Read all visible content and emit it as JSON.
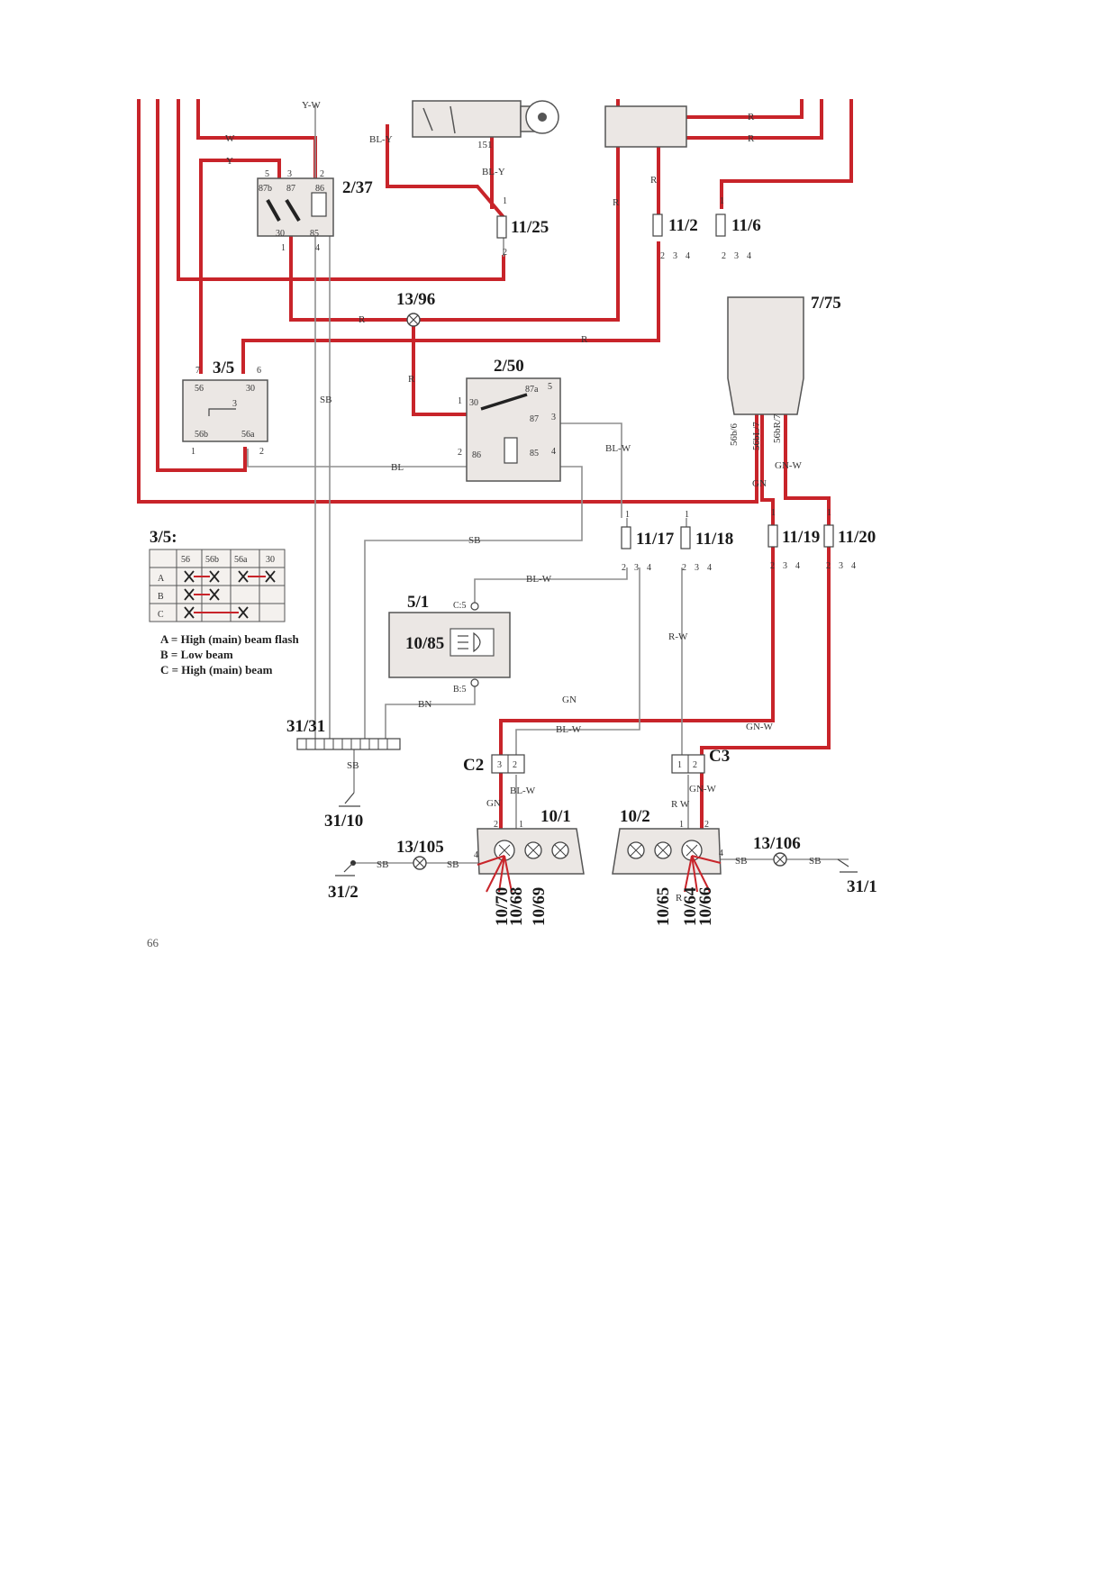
{
  "wire_labels": {
    "y_w": "Y-W",
    "w": "W",
    "y": "Y",
    "bl_y_1": "BL-Y",
    "bl_y_2": "BL-Y",
    "r_top1": "R",
    "r_top2": "R",
    "r_a": "R",
    "r_b": "R",
    "r_c": "R",
    "r_d": "R",
    "r_e": "R",
    "r_f": "R",
    "sb_1": "SB",
    "sb_2": "SB",
    "sb_3": "SB",
    "sb_4": "SB",
    "sb_5": "SB",
    "sb_6": "SB",
    "sb_7": "SB",
    "bl": "BL",
    "bl_w_1": "BL-W",
    "bl_w_2": "BL-W",
    "bl_w_3": "BL-W",
    "bl_w_4": "BL-W",
    "gn_1": "GN",
    "gn_2": "GN",
    "gn_3": "GN",
    "gn_w_1": "GN-W",
    "gn_w_2": "GN-W",
    "gn_w_3": "GN-W",
    "r_w_1": "R-W",
    "r_w_2": "R W",
    "bn": "BN",
    "code_151": "151",
    "w56b": "56b/6",
    "w56bl": "56bL/7",
    "w56br": "56bR/7"
  },
  "components": {
    "c2_37": "2/37",
    "c11_25": "11/25",
    "c11_2": "11/2",
    "c11_6": "11/6",
    "c13_96": "13/96",
    "c7_75": "7/75",
    "c3_5": "3/5",
    "c2_50": "2/50",
    "c11_17": "11/17",
    "c11_18": "11/18",
    "c11_19": "11/19",
    "c11_20": "11/20",
    "c5_1": "5/1",
    "c10_85": "10/85",
    "c31_31": "31/31",
    "c31_10": "31/10",
    "cC2": "C2",
    "cC3": "C3",
    "c10_1": "10/1",
    "c10_2": "10/2",
    "c13_105": "13/105",
    "c13_106": "13/106",
    "c31_2": "31/2",
    "c31_1": "31/1",
    "c10_70": "10/70",
    "c10_68": "10/68",
    "c10_69": "10/69",
    "c10_65": "10/65",
    "c10_64": "10/64",
    "c10_66": "10/66"
  },
  "pins": {
    "r237": [
      "5",
      "3",
      "2",
      "87b",
      "87",
      "86",
      "30",
      "85",
      "1",
      "4"
    ],
    "r250": [
      "30",
      "87a",
      "5",
      "87",
      "3",
      "1",
      "86",
      "85",
      "4",
      "2"
    ],
    "s35": [
      "7",
      "6",
      "56",
      "30",
      "3",
      "56b",
      "56a",
      "1",
      "2"
    ],
    "c5_1_top": "C:5",
    "c5_1_bot": "B:5",
    "c2_pins": [
      "3",
      "2"
    ],
    "c3_pins": [
      "1",
      "2"
    ],
    "fuse_top": "1",
    "fuse_bottom": [
      "2",
      "3",
      "4"
    ],
    "fuse_1125_top": "1",
    "fuse_1125_bot": "2",
    "lamp_l": [
      "2",
      "1",
      "4"
    ],
    "lamp_r": [
      "1",
      "2",
      "4"
    ]
  },
  "switch_table": {
    "title": "3/5:",
    "headers": [
      "56",
      "56b",
      "56a",
      "30"
    ],
    "rows": [
      "A",
      "B",
      "C"
    ]
  },
  "legend": [
    "A = High (main) beam flash",
    "B = Low beam",
    "C = High (main) beam"
  ],
  "page_number": "66",
  "colors": {
    "wire_red": "#c8242a",
    "wire_grey": "#8f8f8f",
    "component_fill": "#ebe7e4"
  }
}
